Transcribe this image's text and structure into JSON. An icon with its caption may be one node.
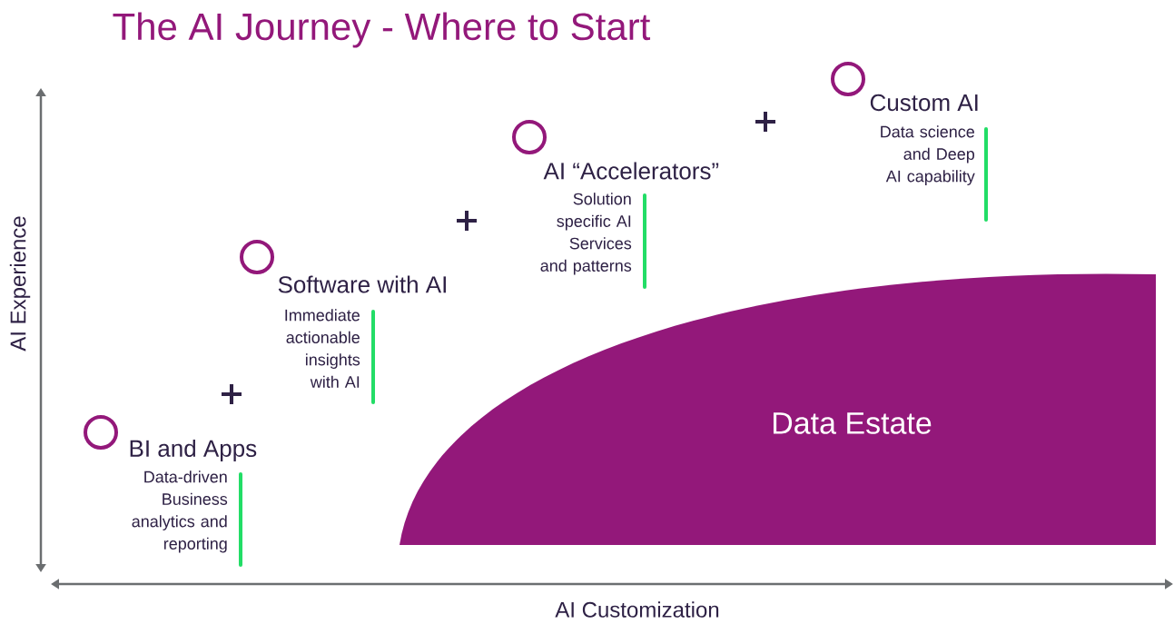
{
  "diagram": {
    "title": "The AI Journey - Where to Start",
    "nodes": [
      {
        "text": [
          "Data Estate"
        ]
      }
    ],
    "labels": [
      "BI and Apps",
      "Data-driven Business analytics and reporting",
      "Software with AI",
      "Immediate actionable insights with AI",
      "AI “Accelerators”",
      "Solution specific AI Services and patterns",
      "Custom AI",
      "Data science and Deep AI capability",
      "AI Experience",
      "AI Customization"
    ]
  }
}
